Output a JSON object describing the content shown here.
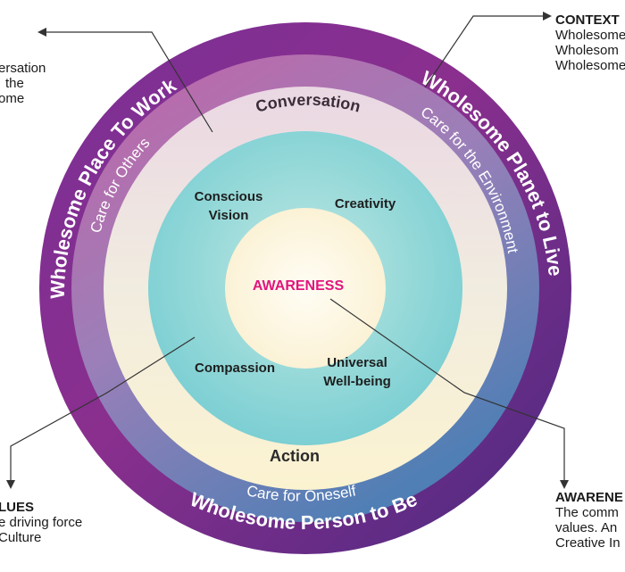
{
  "outer_ring": {
    "top_left": "Wholesome Place To Work",
    "right": "Wholesome Planet to Live",
    "bottom": "Wholesome Person to Be"
  },
  "second_ring": {
    "left": "Care for Others",
    "right": "Care for the Environment",
    "bottom": "Care for Oneself"
  },
  "third_ring": {
    "top": "Conversation",
    "bottom": "Action"
  },
  "inner": {
    "top_left_line1": "Conscious",
    "top_left_line2": "Vision",
    "top_right": "Creativity",
    "bottom_left": "Compassion",
    "bottom_right_line1": "Universal",
    "bottom_right_line2": "Well-being"
  },
  "center": "AWARENESS",
  "notes": {
    "context": {
      "heading": "CONTEXT",
      "lines": [
        "Wholesome",
        "Wholesom",
        "Wholesome"
      ]
    },
    "conversation": {
      "lines": [
        "ersation",
        "the",
        "ome"
      ]
    },
    "values": {
      "heading": "LUES",
      "lines": [
        "e driving force",
        "Culture"
      ]
    },
    "awareness": {
      "heading": "AWARENE",
      "lines": [
        "The comm",
        "values. An",
        "Creative In"
      ]
    }
  },
  "colors": {
    "outer_ring": "#6a2a8c",
    "accent_magenta": "#e0157f",
    "inner_teal": "#8ed6d6",
    "center": "#fdf6e3"
  }
}
